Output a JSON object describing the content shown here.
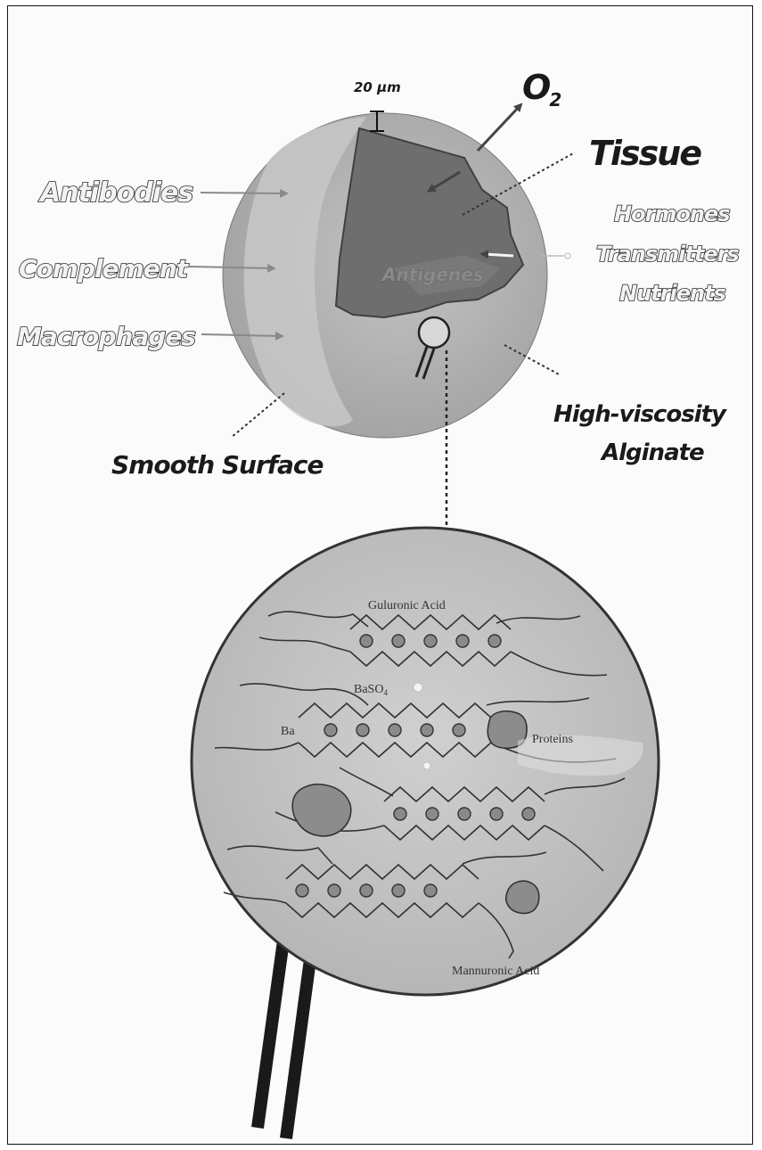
{
  "top_diagram": {
    "scale_label": "20 µm",
    "oxygen_label": "O",
    "oxygen_subscript": "2",
    "tissue_label": "Tissue",
    "antigens_label": "Antigenes",
    "left_labels": [
      "Antibodies",
      "Complement",
      "Macrophages"
    ],
    "right_labels": [
      "Hormones",
      "Transmitters",
      "Nutrients"
    ],
    "surface_label": "Smooth Surface",
    "alginate_label_line1": "High-viscosity",
    "alginate_label_line2": "Alginate"
  },
  "zoom_diagram": {
    "guluronic_label": "Guluronic Acid",
    "baso4_label": "BaSO",
    "baso4_subscript": "4",
    "ba_label": "Ba",
    "proteins_label": "Proteins",
    "mannuronic_label": "Mannuronic Acid"
  },
  "colors": {
    "capsule_fill": "#b3b3b3",
    "tissue_fill": "#6e6e6e",
    "lens_fill": "#c2c2c2",
    "ion_fill": "#8a8a8a",
    "protein_fill": "#8c8c8c",
    "line": "#333333"
  }
}
